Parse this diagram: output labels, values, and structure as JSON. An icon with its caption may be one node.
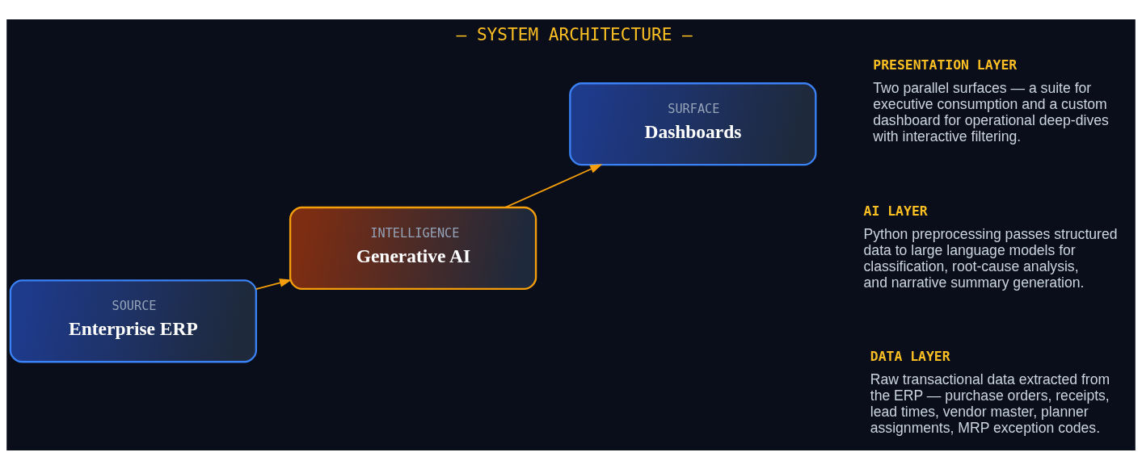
{
  "diagram": {
    "title": "— SYSTEM ARCHITECTURE —",
    "nodes": [
      {
        "text": [
          "SOURCE",
          "Enterprise ERP"
        ]
      },
      {
        "text": [
          "INTELLIGENCE",
          "Generative AI"
        ]
      },
      {
        "text": [
          "SURFACE",
          "Dashboards"
        ]
      }
    ],
    "edges": [
      {
        "from": 0,
        "to": 1,
        "arrow": "to"
      },
      {
        "from": 1,
        "to": 2,
        "arrow": "to"
      }
    ],
    "labels": [
      "DATA LAYER",
      "Raw transactional data extracted from the ERP — purchase orders, receipts, lead times, vendor master, planner assignments, MRP exception codes.",
      "AI LAYER",
      "Python preprocessing passes structured data to large language models for classification, root-cause analysis, and narrative summary generation.",
      "PRESENTATION LAYER",
      "Two parallel surfaces — a suite for executive consumption and a custom dashboard for operational deep-dives with interactive filtering."
    ]
  }
}
